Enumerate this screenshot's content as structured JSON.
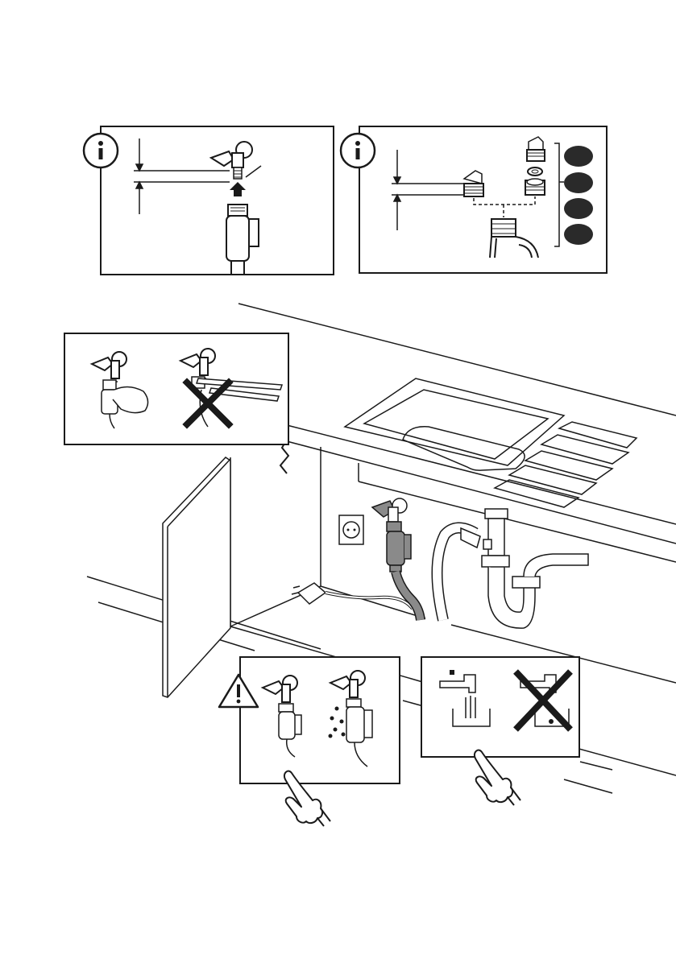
{
  "page": {
    "background": "#ffffff",
    "ink": "#1a1a1a",
    "hose_grey": "#8a8a8a",
    "dark_fill": "#2a2a2a"
  },
  "icons": {
    "info": "info-icon",
    "warning": "warning-icon",
    "prohibited": "cross-icon",
    "pointing_hand": "pointing-hand-icon",
    "tap": "tap-icon",
    "socket": "power-socket-icon"
  },
  "panels": {
    "top_left": "info-panel-tap-connection",
    "top_right": "info-panel-thread-adapters",
    "mid_left": "hand-tighten-panel",
    "bottom_left": "leak-check-panel",
    "bottom_right": "water-tap-panel"
  },
  "adapters": {
    "count": 4
  }
}
